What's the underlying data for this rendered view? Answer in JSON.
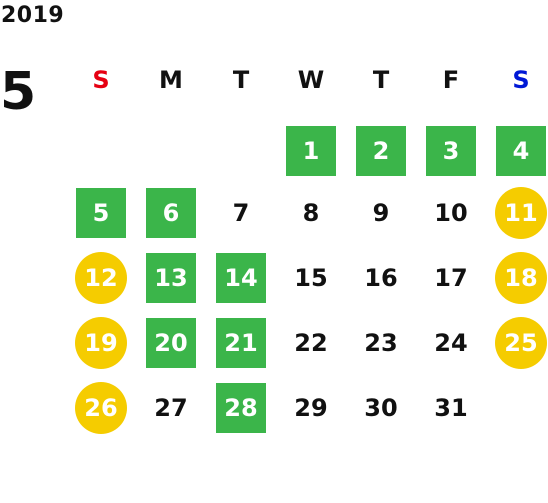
{
  "calendar": {
    "year": "2019",
    "month": "5",
    "weekdays": [
      {
        "label": "S",
        "color": "#e60012"
      },
      {
        "label": "M",
        "color": "#111111"
      },
      {
        "label": "T",
        "color": "#111111"
      },
      {
        "label": "W",
        "color": "#111111"
      },
      {
        "label": "T",
        "color": "#111111"
      },
      {
        "label": "F",
        "color": "#111111"
      },
      {
        "label": "S",
        "color": "#0018d6"
      }
    ],
    "first_weekday_index": 3,
    "days": [
      {
        "day": "1",
        "style": "green"
      },
      {
        "day": "2",
        "style": "green"
      },
      {
        "day": "3",
        "style": "green"
      },
      {
        "day": "4",
        "style": "green"
      },
      {
        "day": "5",
        "style": "green"
      },
      {
        "day": "6",
        "style": "green"
      },
      {
        "day": "7",
        "style": "plain"
      },
      {
        "day": "8",
        "style": "plain"
      },
      {
        "day": "9",
        "style": "plain"
      },
      {
        "day": "10",
        "style": "plain"
      },
      {
        "day": "11",
        "style": "holiday"
      },
      {
        "day": "12",
        "style": "holiday"
      },
      {
        "day": "13",
        "style": "green"
      },
      {
        "day": "14",
        "style": "green"
      },
      {
        "day": "15",
        "style": "plain"
      },
      {
        "day": "16",
        "style": "plain"
      },
      {
        "day": "17",
        "style": "plain"
      },
      {
        "day": "18",
        "style": "holiday"
      },
      {
        "day": "19",
        "style": "holiday"
      },
      {
        "day": "20",
        "style": "green"
      },
      {
        "day": "21",
        "style": "green"
      },
      {
        "day": "22",
        "style": "plain"
      },
      {
        "day": "23",
        "style": "plain"
      },
      {
        "day": "24",
        "style": "plain"
      },
      {
        "day": "25",
        "style": "holiday"
      },
      {
        "day": "26",
        "style": "holiday"
      },
      {
        "day": "27",
        "style": "plain"
      },
      {
        "day": "28",
        "style": "green"
      },
      {
        "day": "29",
        "style": "plain"
      },
      {
        "day": "30",
        "style": "plain"
      },
      {
        "day": "31",
        "style": "plain"
      }
    ],
    "colors": {
      "green": "#3bb54a",
      "holiday": "#f5cc00",
      "text": "#111111"
    }
  }
}
